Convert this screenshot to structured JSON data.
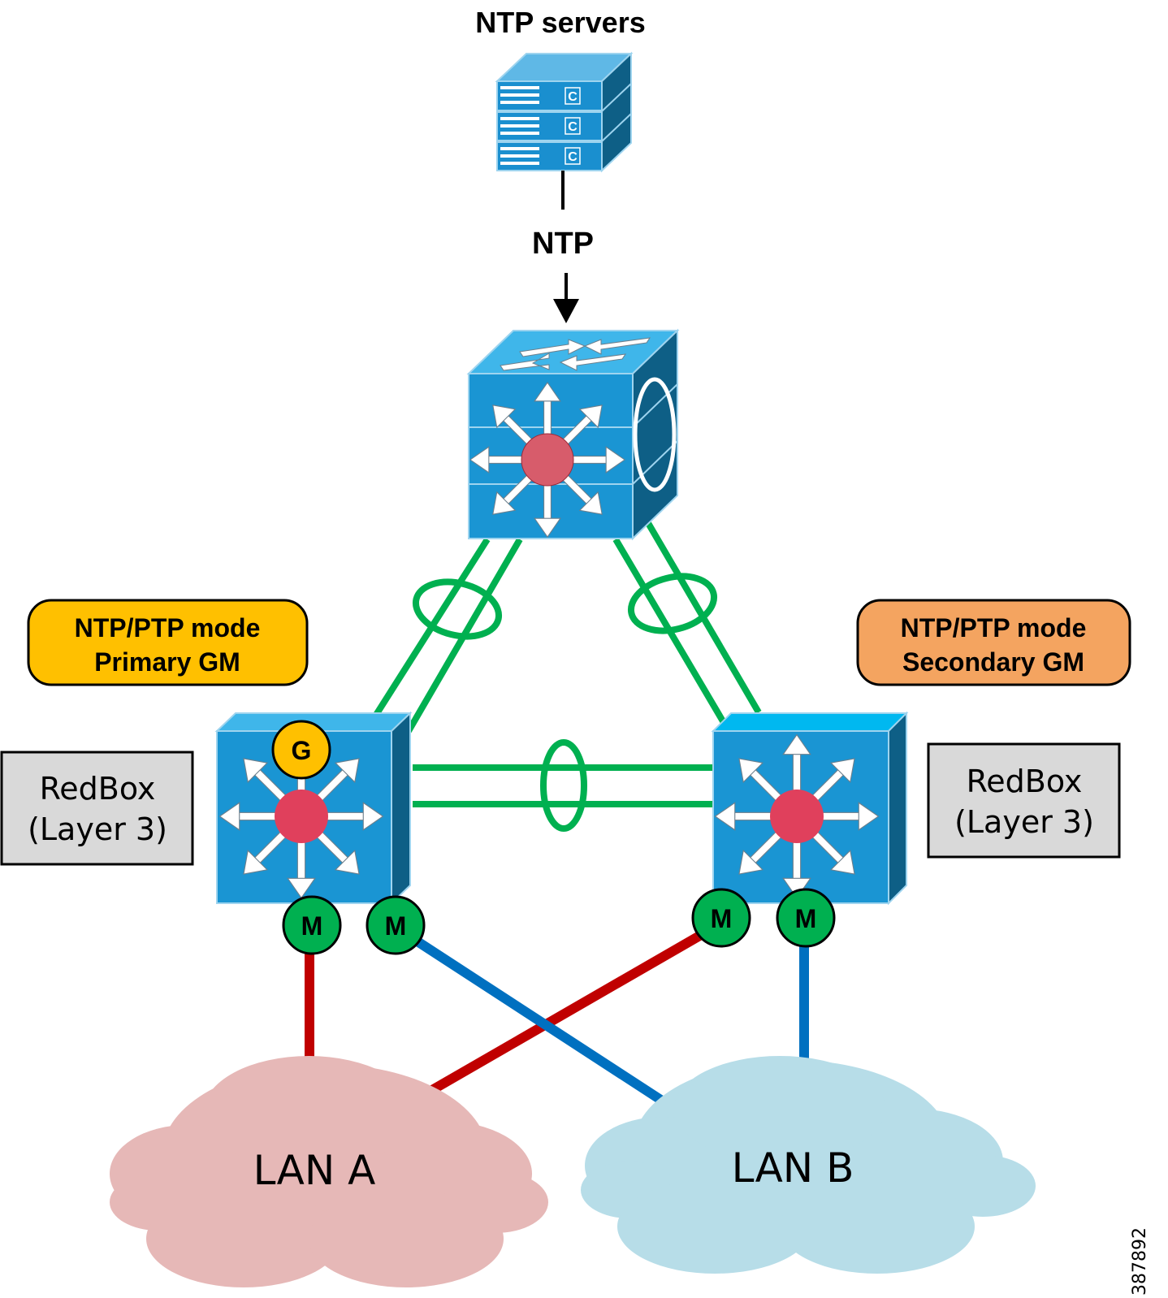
{
  "title": "NTP servers",
  "ntp_label": "NTP",
  "primary_box": {
    "line1": "NTP/PTP mode",
    "line2": "Primary GM",
    "color": "#FFC000"
  },
  "secondary_box": {
    "line1": "NTP/PTP mode",
    "line2": "Secondary GM",
    "color": "#F4A460"
  },
  "redbox_left": {
    "line1": "RedBox",
    "line2": "(Layer 3)"
  },
  "redbox_right": {
    "line1": "RedBox",
    "line2": "(Layer 3)"
  },
  "grandmaster_badge": "G",
  "master_badge": "M",
  "lan_a": {
    "label": "LAN A",
    "color": "#E6B8B7"
  },
  "lan_b": {
    "label": "LAN B",
    "color": "#B7DDE8"
  },
  "figure_id": "387892",
  "colors": {
    "link_green": "#00B050",
    "lan_a_link": "#C00000",
    "lan_b_link": "#0070C0",
    "switch_blue": "#1BA1DD",
    "badge_green": "#00B050",
    "hub_red": "#E04060"
  }
}
